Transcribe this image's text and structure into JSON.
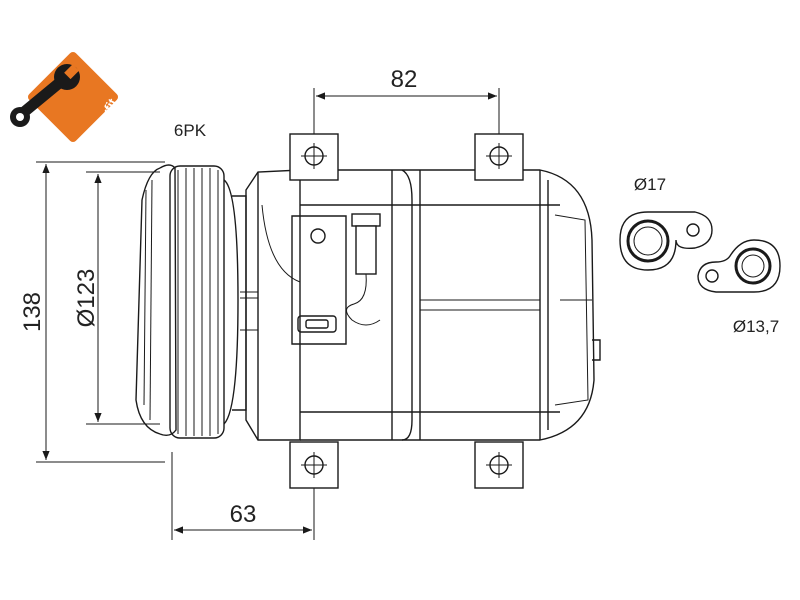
{
  "badge": {
    "text": "easyfit",
    "color": "#e87722",
    "icon": "wrench-icon"
  },
  "pulley_label": "6PK",
  "dimensions": {
    "width_top": "82",
    "height_total": "138",
    "pulley_diameter": "Ø123",
    "offset_bottom": "63"
  },
  "seals": {
    "large": "Ø17",
    "small": "Ø13,7"
  }
}
